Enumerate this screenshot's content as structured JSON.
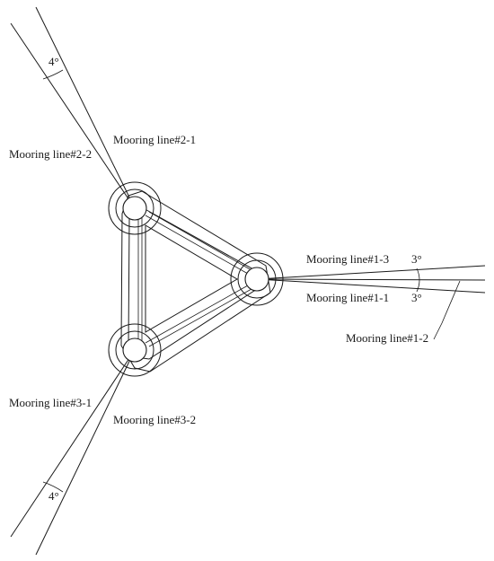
{
  "labels": {
    "line_2_1": "Mooring line#2-1",
    "line_2_2": "Mooring line#2-2",
    "line_1_3": "Mooring line#1-3",
    "line_1_1": "Mooring line#1-1",
    "line_1_2": "Mooring line#1-2",
    "line_3_1": "Mooring line#3-1",
    "line_3_2": "Mooring line#3-2"
  },
  "angles": {
    "top_left": "4°",
    "right_upper": "3°",
    "right_lower": "3°",
    "bottom_left": "4°"
  }
}
